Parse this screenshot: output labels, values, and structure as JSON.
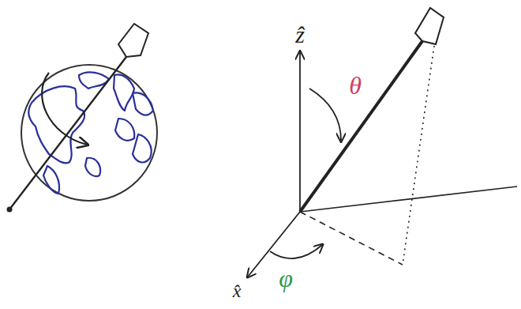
{
  "diagram": {
    "labels": [
      "ẑ",
      "θ",
      "x̂",
      "φ"
    ]
  }
}
